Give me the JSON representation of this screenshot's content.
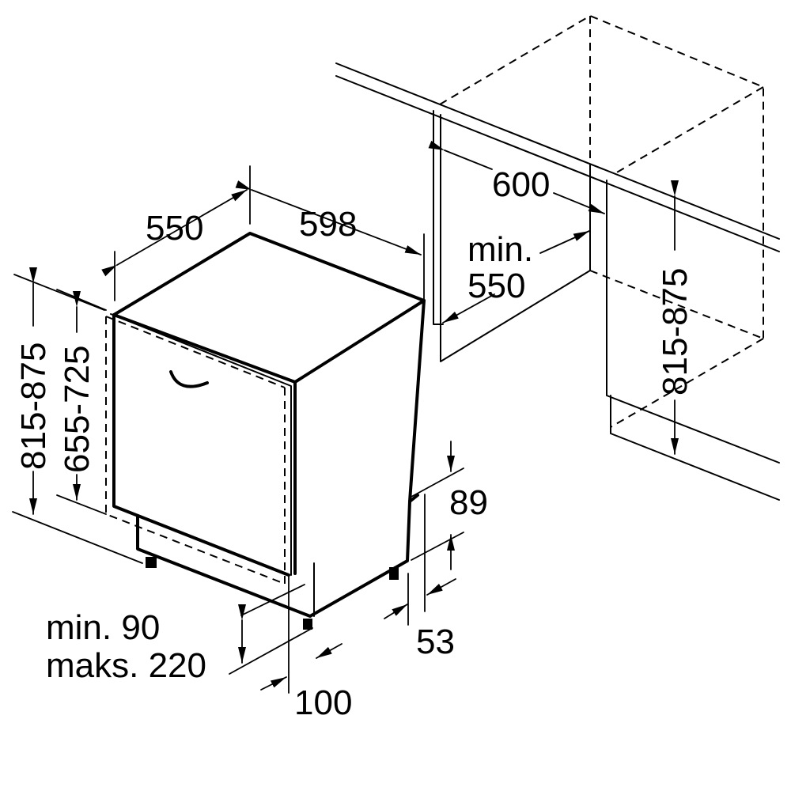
{
  "dimensions": {
    "depth": "550",
    "width": "598",
    "niche_width": "600",
    "niche_depth_min_label": "min.",
    "niche_depth_min_value": "550",
    "niche_height": "815-875",
    "appliance_height": "815-875",
    "door_height": "655-725",
    "toe_kick_height": "89",
    "toe_kick_offset": "53",
    "plinth_min": "min. 90",
    "plinth_max": "maks. 220",
    "foot_inset": "100"
  },
  "colors": {
    "line": "#000000",
    "background": "#ffffff"
  }
}
